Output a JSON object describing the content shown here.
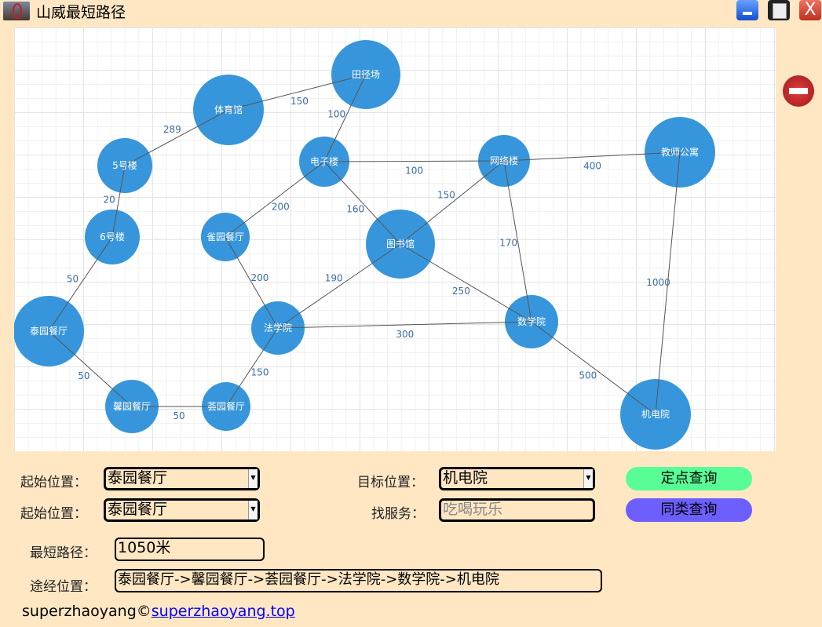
{
  "window": {
    "title": "山威最短路径",
    "close_label": "X"
  },
  "graph": {
    "nodes": [
      "田径场",
      "体育馆",
      "5号楼",
      "电子楼",
      "网络楼",
      "教师公寓",
      "6号楼",
      "雀园餐厅",
      "图书馆",
      "泰园餐厅",
      "法学院",
      "数学院",
      "馨园餐厅",
      "荟园餐厅",
      "机电院"
    ],
    "edges": [
      [
        1,
        0,
        150
      ],
      [
        0,
        3,
        100
      ],
      [
        1,
        2,
        289
      ],
      [
        2,
        6,
        20
      ],
      [
        6,
        9,
        50
      ],
      [
        9,
        12,
        50
      ],
      [
        12,
        13,
        50
      ],
      [
        13,
        10,
        150
      ],
      [
        10,
        7,
        200
      ],
      [
        7,
        3,
        200
      ],
      [
        3,
        4,
        100
      ],
      [
        3,
        8,
        160
      ],
      [
        4,
        5,
        400
      ],
      [
        4,
        8,
        150
      ],
      [
        4,
        11,
        170
      ],
      [
        8,
        10,
        190
      ],
      [
        8,
        11,
        250
      ],
      [
        10,
        11,
        300
      ],
      [
        11,
        14,
        500
      ],
      [
        5,
        14,
        1000
      ]
    ],
    "node_color": "#3796db"
  },
  "controls": {
    "start_label": "起始位置：",
    "start_value": "泰园餐厅",
    "target_label": "目标位置：",
    "target_value": "机电院",
    "point_query": "定点查询",
    "start2_label": "起始位置：",
    "start2_value": "泰园餐厅",
    "service_label": "找服务：",
    "service_placeholder": "吃喝玩乐",
    "category_query": "同类查询",
    "distance_label": "最短路径：",
    "distance_value": "1050米",
    "path_label": "途经位置：",
    "path_value": "泰园餐厅->馨园餐厅->荟园餐厅->法学院->数学院->机电院"
  },
  "footer": {
    "author": "superzhaoyang©",
    "link": "superzhaoyang.top"
  }
}
